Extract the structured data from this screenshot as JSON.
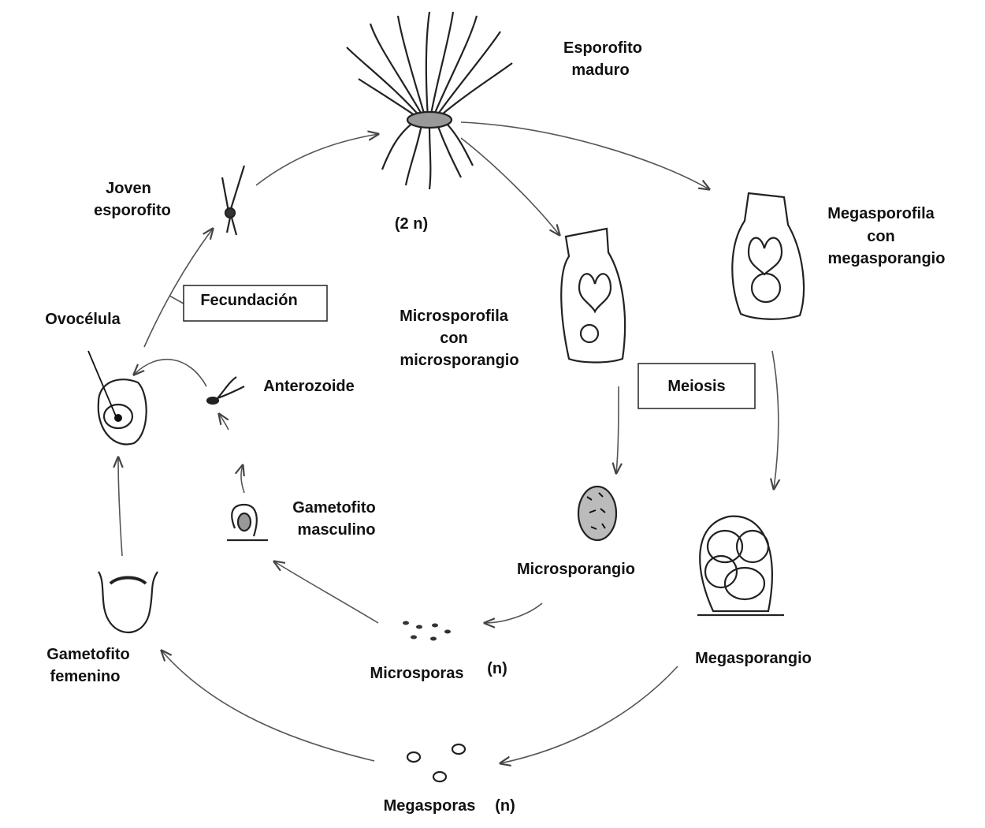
{
  "labels": {
    "esporofito_maduro": [
      "Esporofito",
      "maduro"
    ],
    "ploidy_2n": "(2 n)",
    "joven_esporofito": [
      "Joven",
      "esporofito"
    ],
    "fecundacion": "Fecundación",
    "ovocelula": "Ovocélula",
    "anterozoide": "Anterozoide",
    "microsporofila": [
      "Microsporofila",
      "con",
      "microsporangio"
    ],
    "meiosis": "Meiosis",
    "megasporofila": [
      "Megasporofila",
      "con",
      "megasporangio"
    ],
    "gametofito_masculino": [
      "Gametofito",
      "masculino"
    ],
    "microsporangio": "Microsporangio",
    "megasporangio": "Megasporangio",
    "gametofito_femenino": [
      "Gametofito",
      "femenino"
    ],
    "microsporas": "Microsporas",
    "microsporas_n": "(n)",
    "megasporas": "Megasporas",
    "megasporas_n": "(n)"
  }
}
